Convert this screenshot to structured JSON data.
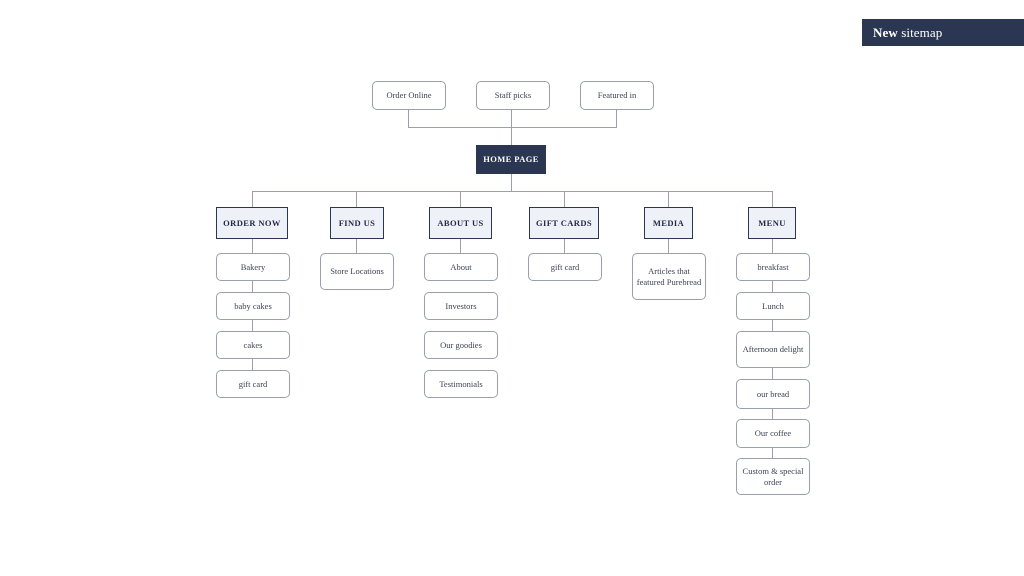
{
  "banner": {
    "strong": "New",
    "light": "sitemap"
  },
  "diagram": {
    "root": {
      "label": "HOME PAGE"
    },
    "top_row": [
      {
        "label": "Order Online"
      },
      {
        "label": "Staff picks"
      },
      {
        "label": "Featured in"
      }
    ],
    "sections": [
      {
        "label": "ORDER NOW",
        "children": [
          {
            "label": "Bakery"
          },
          {
            "label": "baby cakes"
          },
          {
            "label": "cakes"
          },
          {
            "label": "gift card"
          }
        ]
      },
      {
        "label": "FIND US",
        "children": [
          {
            "label": "Store Locations"
          }
        ]
      },
      {
        "label": "ABOUT US",
        "children": [
          {
            "label": "About"
          },
          {
            "label": "Investors"
          },
          {
            "label": "Our goodies"
          },
          {
            "label": "Testimonials"
          }
        ]
      },
      {
        "label": "GIFT CARDS",
        "children": [
          {
            "label": "gift card"
          }
        ]
      },
      {
        "label": "MEDIA",
        "children": [
          {
            "label": "Articles that featured Purebread"
          }
        ]
      },
      {
        "label": "MENU",
        "children": [
          {
            "label": "breakfast"
          },
          {
            "label": "Lunch"
          },
          {
            "label": "Afternoon delight"
          },
          {
            "label": "our bread"
          },
          {
            "label": "Our coffee"
          },
          {
            "label": "Custom & special order"
          }
        ]
      }
    ]
  },
  "colors": {
    "navy": "#2b3752",
    "section_fill": "#eef1f7",
    "connector": "#9aa0ab",
    "page_background": "#ffffff"
  }
}
